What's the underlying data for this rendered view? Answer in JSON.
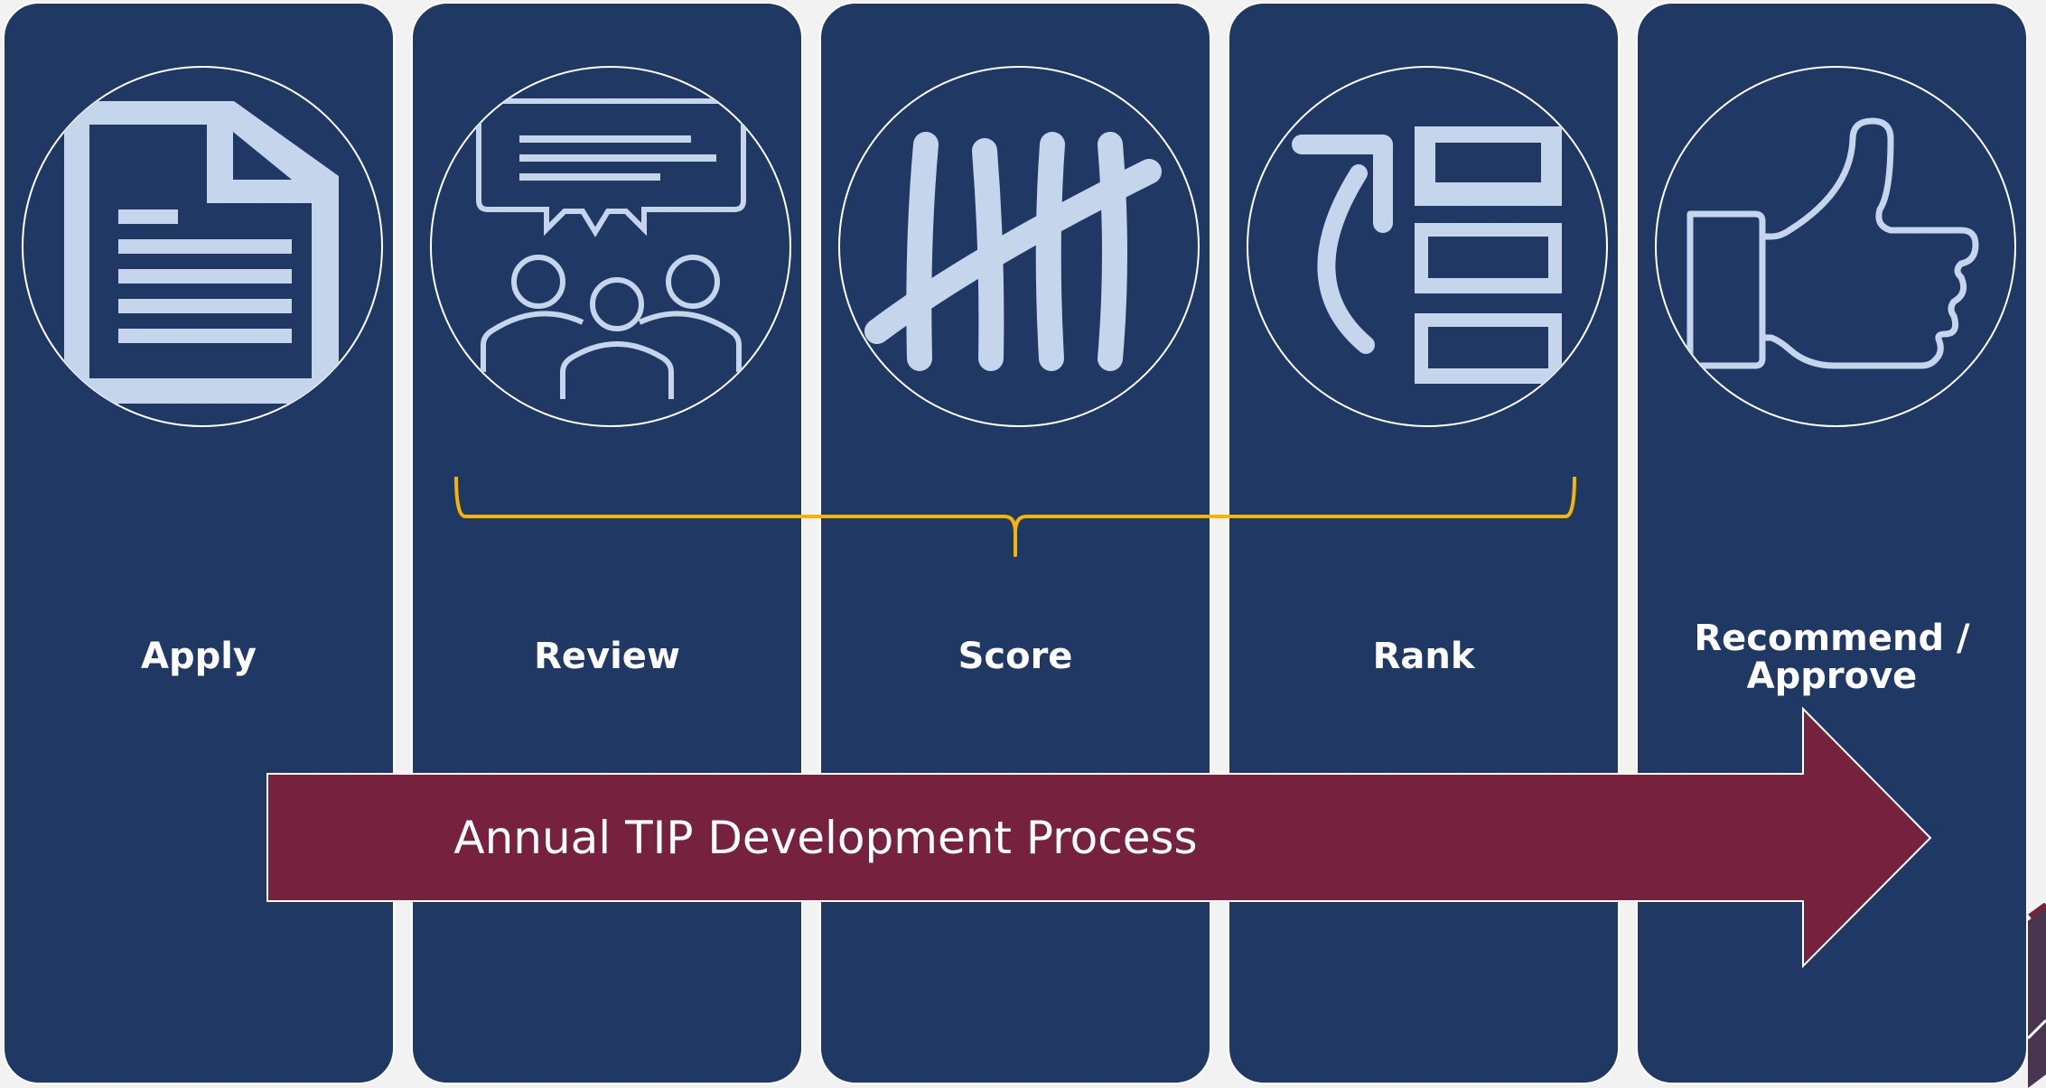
{
  "steps": [
    {
      "label": "Apply",
      "icon": "document-icon"
    },
    {
      "label": "Review",
      "icon": "group-discussion-icon"
    },
    {
      "label": "Score",
      "icon": "tally-marks-icon"
    },
    {
      "label": "Rank",
      "icon": "ranking-list-icon"
    },
    {
      "label_line1": "Recommend /",
      "label_line2": "Approve",
      "icon": "thumbs-up-icon"
    }
  ],
  "process_arrow": {
    "label": "Annual TIP Development Process"
  },
  "colors": {
    "card": "#1f3864",
    "icon": "#c5d5ec",
    "arrow": "#76213d",
    "bracket": "#f5b400",
    "text": "#ffffff"
  }
}
